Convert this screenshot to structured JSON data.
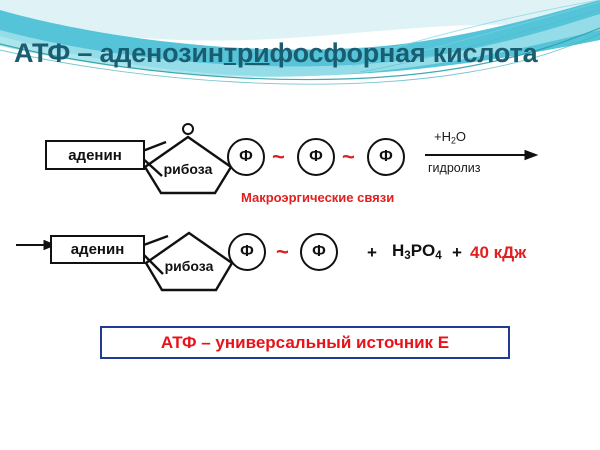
{
  "slide": {
    "title_part1": "АТФ – аденозин",
    "title_underlined": "три",
    "title_part2": "фосфорная кислота",
    "title_color": "#1A5C70",
    "background_color": "#FFFFFF"
  },
  "decor": {
    "name": "header-swoosh",
    "colors": [
      "#56C4D8",
      "#9FE0EA",
      "#2E9FA8",
      "#DFF3F7"
    ]
  },
  "row1": {
    "adenine_label": "аденин",
    "ribose_label": "рибоза",
    "oxygen_marker": "o",
    "phosphate1_label": "Ф",
    "phosphate2_label": "Ф",
    "phosphate3_label": "Ф",
    "bond1_symbol": "~",
    "bond2_symbol": "~",
    "bond_color": "#D81E1E",
    "reaction_top": "+H2O",
    "reaction_top_formula": {
      "element": "+H",
      "sub": "2",
      "tail": "O"
    },
    "reaction_bottom": "гидролиз",
    "macroergic_label": "Макроэргические связи",
    "macroergic_color": "#E02020"
  },
  "row2": {
    "incoming_arrow": "→",
    "adenine_label": "аденин",
    "ribose_label": "рибоза",
    "phosphate1_label": "Ф",
    "phosphate2_label": "Ф",
    "bond_symbol": "~",
    "plus1": "+",
    "acid": {
      "h": "H",
      "h_sub": "3",
      "po": "PO",
      "po_sub": "4"
    },
    "plus2": "+",
    "energy": "40 кДж",
    "energy_color": "#E8131A"
  },
  "conclusion": {
    "text": "АТФ – универсальный источник Е",
    "text_color": "#E8131A",
    "border_color": "#1F3C92"
  }
}
